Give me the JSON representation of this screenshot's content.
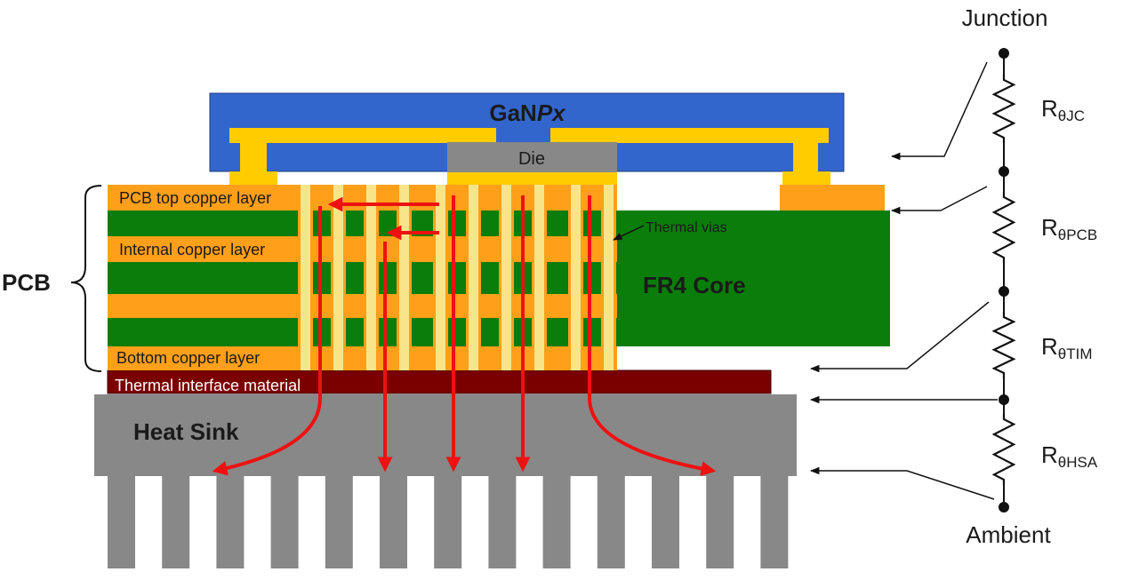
{
  "labels": {
    "gan_prefix": "GaN",
    "gan_suffix": "Px",
    "die": "Die",
    "pcb_top_copper": "PCB top copper layer",
    "internal_copper": "Internal copper layer",
    "bottom_copper": "Bottom copper layer",
    "thermal_vias": "Thermal vias",
    "fr4_core": "FR4 Core",
    "pcb": "PCB",
    "tim": "Thermal interface material",
    "heat_sink": "Heat Sink",
    "junction": "Junction",
    "ambient": "Ambient"
  },
  "resistors": [
    {
      "main": "R",
      "sub": "θJC"
    },
    {
      "main": "R",
      "sub": "θPCB"
    },
    {
      "main": "R",
      "sub": "θTIM"
    },
    {
      "main": "R",
      "sub": "θHSA"
    }
  ],
  "colors": {
    "package_blue": "#3366cc",
    "lead_yellow": "#ffcc00",
    "copper_orange": "#ff9f1a",
    "fr4_green": "#0a7d0a",
    "die_gray": "#888888",
    "via_yellow": "#f8e58a",
    "tim_maroon": "#7a0000",
    "heatsink_gray": "#888888",
    "arrow_red": "#ee1111"
  }
}
